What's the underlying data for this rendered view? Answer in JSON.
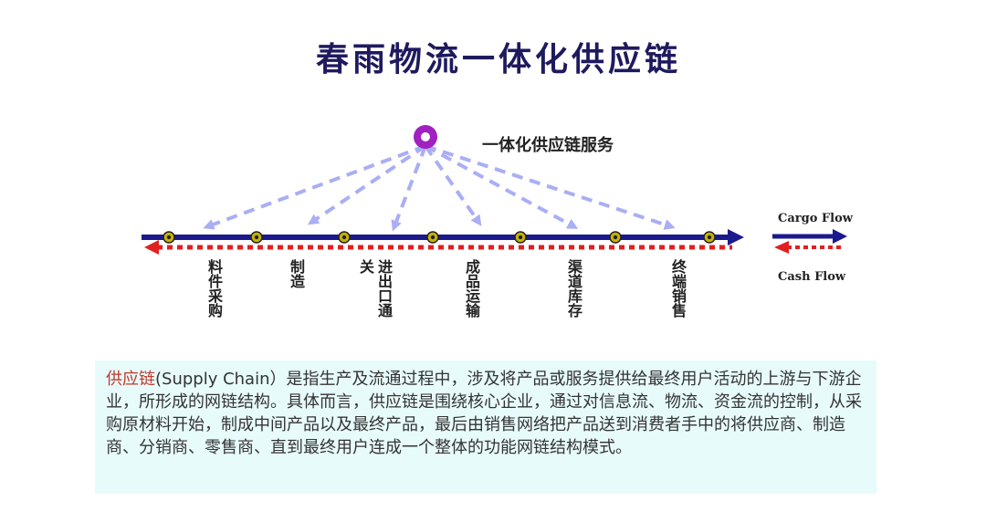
{
  "title": "春雨物流一体化供应链",
  "service": {
    "label": "一体化供应链服务"
  },
  "stages": [
    {
      "label": "料件采购"
    },
    {
      "label": "制造"
    },
    {
      "label": "关"
    },
    {
      "label": "进出口通"
    },
    {
      "label": "成品运输"
    },
    {
      "label": "渠道库存"
    },
    {
      "label": "终端销售"
    }
  ],
  "legend": {
    "cargo": "Cargo Flow",
    "cash": "Cash Flow"
  },
  "description": {
    "term": "供应链",
    "body": "(Supply Chain）是指生产及流通过程中，涉及将产品或服务提供给最终用户活动的上游与下游企业，所形成的网链结构。具体而言，供应链是围绕核心企业，通过对信息流、物流、资金流的控制，从采购原材料开始，制成中间产品以及最终产品，最后由销售网络把产品送到消费者手中的将供应商、制造商、分销商、零售商、直到最终用户连成一个整体的功能网链结构模式。"
  },
  "colors": {
    "title": "#1f1a5e",
    "cargo_line": "#1a1a8c",
    "cash_line": "#e02020",
    "dashed_arrow": "#a9aef5",
    "hub": "#a020c0",
    "node": "#c8b400",
    "box_bg": "#e8fbfb",
    "term": "#c0392b"
  }
}
